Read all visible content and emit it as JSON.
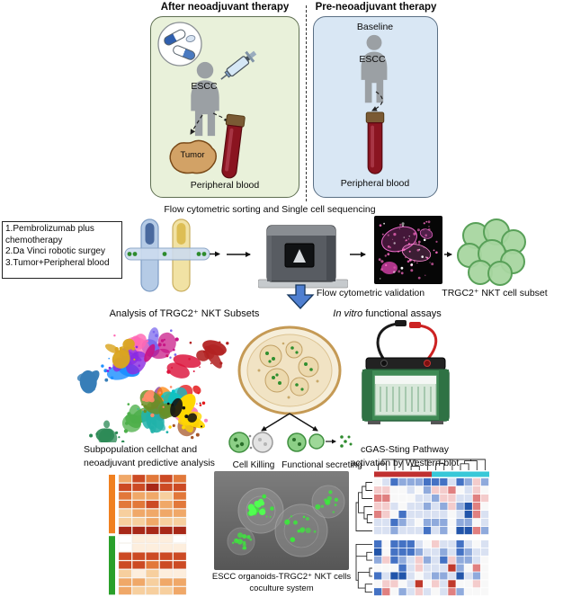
{
  "top": {
    "after_title": "After neoadjuvant therapy",
    "pre_title": "Pre-neoadjuvant therapy",
    "baseline_label": "Baseline",
    "escc_after": "ESCC",
    "escc_pre": "ESCC",
    "tumor_label": "Tumor",
    "peripheral_blood_after": "Peripheral blood",
    "peripheral_blood_pre": "Peripheral blood"
  },
  "middle": {
    "sorting_label": "Flow cytometric sorting and Single cell sequencing",
    "treatment_lines": [
      "1.Pembrolizumab plus chemotherapy",
      "2.Da Vinci robotic surgey",
      "3.Tumor+Peripheral blood"
    ],
    "validation_label": "Flow cytometric validation",
    "subset_label": "TRGC2⁺ NKT cell subset"
  },
  "bottom": {
    "analysis_title": "Analysis of TRGC2⁺ NKT Subsets",
    "invitro_italic": "In vitro",
    "invitro_rest": " functional assays",
    "subpop_line1": "Subpopulation cellchat and",
    "subpop_line2": "neoadjuvant predictive analysis",
    "cell_killing_label": "Cell Killing",
    "functional_secreting_label": "Functional secreting",
    "cgas_line1": "cGAS-Sting Pathway",
    "cgas_line2": "activation by Western-blot",
    "coculture_line1": "ESCC organoids-TRGC2⁺ NKT cells",
    "coculture_line2": "coculture system"
  },
  "colors": {
    "after_panel_bg": "#e9f1da",
    "pre_panel_bg": "#d9e7f4",
    "arrow_blue": "#4f7fd0",
    "blood_red": "#7e1120",
    "tumor_tan": "#d2a266",
    "nkt_green": "#a8d6a0",
    "heat_orange_annot": "#f08020",
    "heat_green_annot": "#2aa02a"
  },
  "figures": {
    "tsne": {
      "clusters": 22,
      "palette": [
        "#e41a1c",
        "#377eb8",
        "#4daf4a",
        "#984ea3",
        "#ff7f00",
        "#a65628",
        "#f781bf",
        "#00c5cd",
        "#ffd700",
        "#7b68ee",
        "#2e8b57",
        "#dc143c",
        "#1e90ff",
        "#ff69b4",
        "#8a2be2",
        "#20b2aa",
        "#b22222",
        "#daa520",
        "#c71585",
        "#6b8e23",
        "#111111",
        "#ff8c69"
      ]
    },
    "heatmap_left": {
      "rows": 14,
      "cols": 5,
      "palette": [
        "#ffffff",
        "#fdeedd",
        "#f7cf9e",
        "#f0a868",
        "#e2783a",
        "#cc4a24",
        "#a82818"
      ],
      "annot_colors": [
        "#f08020",
        "#2aa02a"
      ]
    },
    "heatmap_right": {
      "rows": 7,
      "cols": 14,
      "palette": [
        "#2255aa",
        "#4472c4",
        "#8faadc",
        "#d9e1f2",
        "#f8f8f8",
        "#f4cccc",
        "#e08080",
        "#c0392b"
      ],
      "annot_colors": [
        "#c03030",
        "#38c8d8"
      ]
    },
    "flow_plot": {
      "dot_color": "#ff6ec7",
      "gate_color": "#e868c8"
    },
    "micro": {
      "dot_color": "#3ce83c"
    }
  }
}
